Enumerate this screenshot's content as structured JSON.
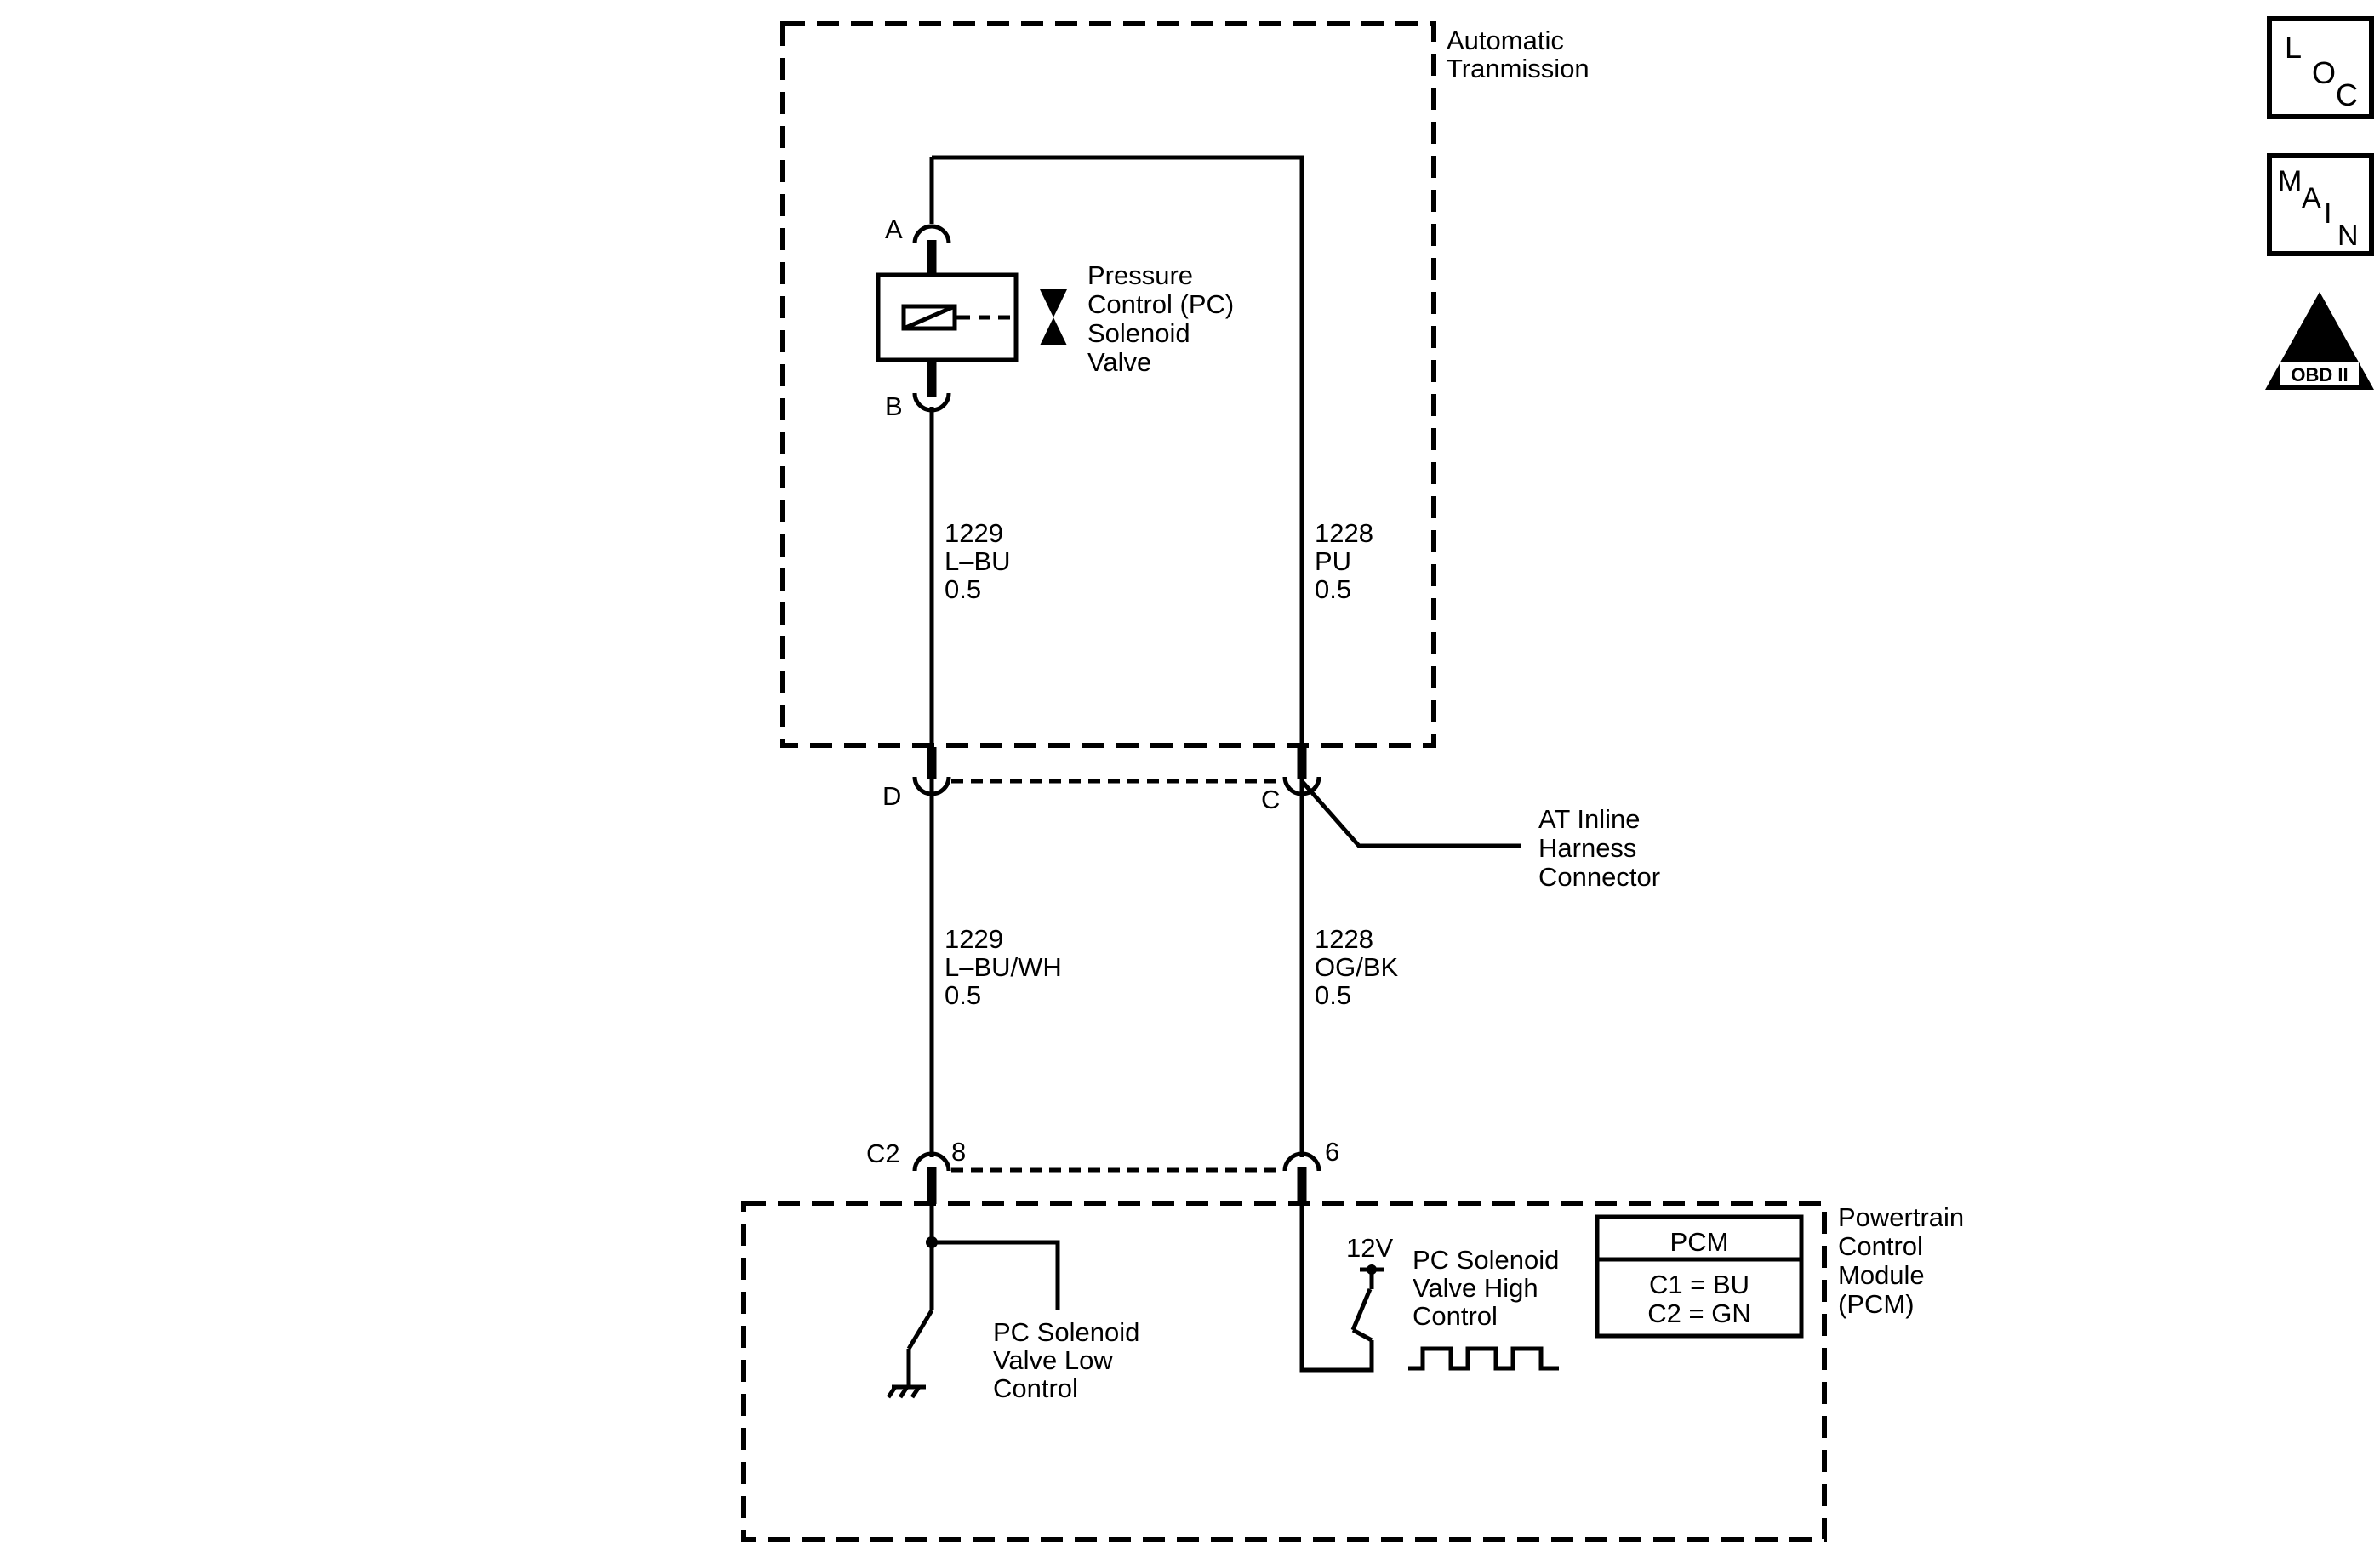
{
  "nav_icons": {
    "loc": [
      "L",
      "O",
      "C"
    ],
    "main": [
      "M",
      "A",
      "I",
      "N"
    ],
    "obd": {
      "numeral": "II",
      "label": "OBD II"
    }
  },
  "transmission": {
    "label_lines": [
      "Automatic",
      "Tranmission"
    ]
  },
  "solenoid": {
    "label_lines": [
      "Pressure",
      "Control (PC)",
      "Solenoid",
      "Valve"
    ],
    "pin_a": "A",
    "pin_b": "B"
  },
  "wires_upper": {
    "left": [
      "1229",
      "L–BU",
      "0.5"
    ],
    "right": [
      "1228",
      "PU",
      "0.5"
    ]
  },
  "inline_connector": {
    "pin_d": "D",
    "pin_c": "C",
    "label_lines": [
      "AT Inline",
      "Harness",
      "Connector"
    ]
  },
  "wires_lower": {
    "left": [
      "1229",
      "L–BU/WH",
      "0.5"
    ],
    "right": [
      "1228",
      "OG/BK",
      "0.5"
    ]
  },
  "pcm_connector": {
    "connector": "C2",
    "pin_left": "8",
    "pin_right": "6"
  },
  "pcm": {
    "label_lines": [
      "Powertrain",
      "Control",
      "Module",
      "(PCM)"
    ],
    "low_control_lines": [
      "PC Solenoid",
      "Valve Low",
      "Control"
    ],
    "high_control_lines": [
      "PC Solenoid",
      "Valve High",
      "Control"
    ],
    "voltage": "12V",
    "table_title": "PCM",
    "table_rows": [
      "C1 = BU",
      "C2 = GN"
    ]
  }
}
